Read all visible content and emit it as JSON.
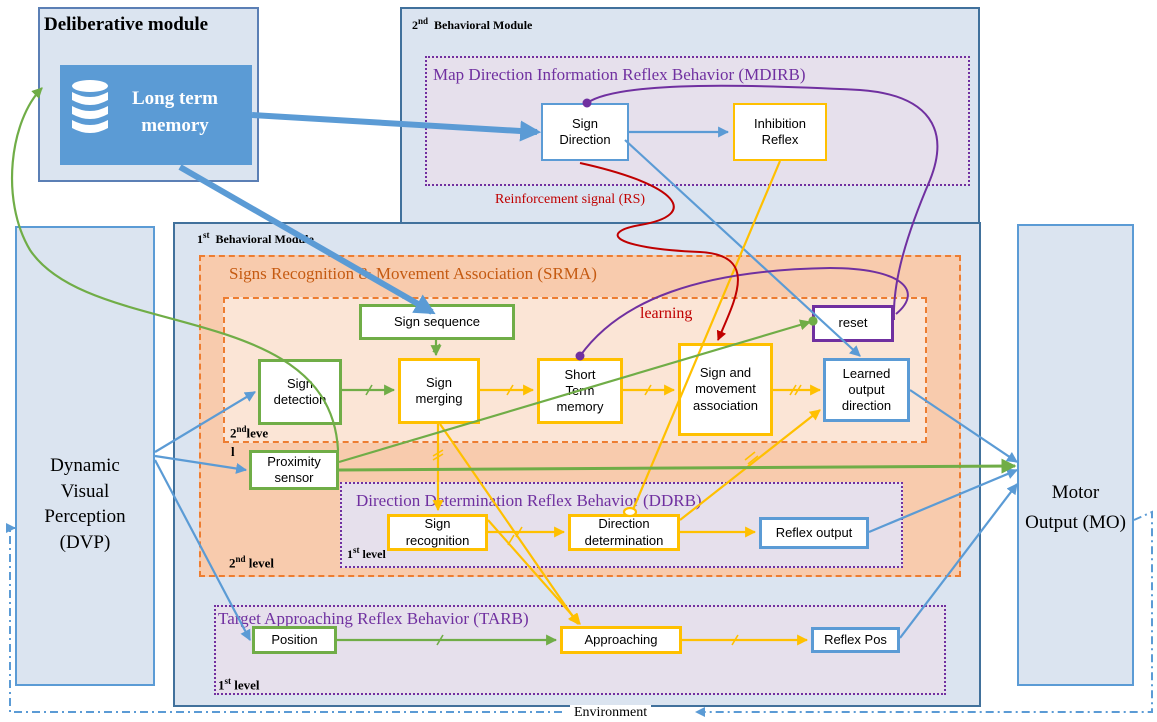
{
  "modules": {
    "deliberative": {
      "title": "Deliberative module",
      "memory": "Long term memory"
    },
    "behavioral2": {
      "title_sup": "nd",
      "title_num": "2",
      "title_rest": "Behavioral Module"
    },
    "behavioral1": {
      "title_sup": "st",
      "title_num": "1",
      "title_rest": "Behavioral Module"
    },
    "dvp": "Dynamic Visual Perception (DVP)",
    "mo": "Motor Output (MO)",
    "environment": "Environment"
  },
  "groups": {
    "mdirb": "Map Direction Information Reflex Behavior (MDIRB)",
    "srma": "Signs Recognition & Movement Association (SRMA)",
    "ddrb": "Direction Determination  Reflex Behavior (DDRB)",
    "tarb": "Target Approaching Reflex Behavior (TARB)"
  },
  "level_labels": {
    "l2_inner_num": "2",
    "l2_inner_sup": "nd",
    "l2_inner_rest": "leve",
    "l2_inner_l": "l",
    "l2_outer_num": "2",
    "l2_outer_sup": "nd",
    "l2_outer_rest": " level",
    "l1_ddrb_num": "1",
    "l1_ddrb_sup": "st",
    "l1_ddrb_rest": " level",
    "l1_tarb_num": "1",
    "l1_tarb_sup": "st",
    "l1_tarb_rest": " level"
  },
  "nodes": {
    "sign_direction": "Sign Direction",
    "inhibition_reflex": "Inhibition Reflex",
    "sign_sequence": "Sign sequence",
    "reset": "reset",
    "sign_detection": "Sign detection",
    "sign_merging": "Sign merging",
    "short_term_memory": "Short Term memory",
    "sign_movement_association": "Sign and movement association",
    "learned_output_direction": "Learned output direction",
    "proximity_sensor": "Proximity sensor",
    "sign_recognition": "Sign recognition",
    "direction_determination": "Direction determination",
    "reflex_output": "Reflex output",
    "position": "Position",
    "approaching": "Approaching",
    "reflex_pos": "Reflex Pos"
  },
  "signals": {
    "reinforcement": "Reinforcement signal (RS)",
    "learning": "learning"
  },
  "colors": {
    "module_fill": "#dbe4f0",
    "module_border": "#41719c",
    "memory_fill": "#5b9bd5",
    "group_purple": "#7030a0",
    "group_fill": "#e6e0ec",
    "srma_fill": "#f8cbad",
    "srma_inner_fill": "#fbe5d6",
    "srma_border": "#ed7d31",
    "green": "#70ad47",
    "yellow": "#ffc000",
    "blue": "#5b9bd5",
    "red": "#c00000"
  }
}
